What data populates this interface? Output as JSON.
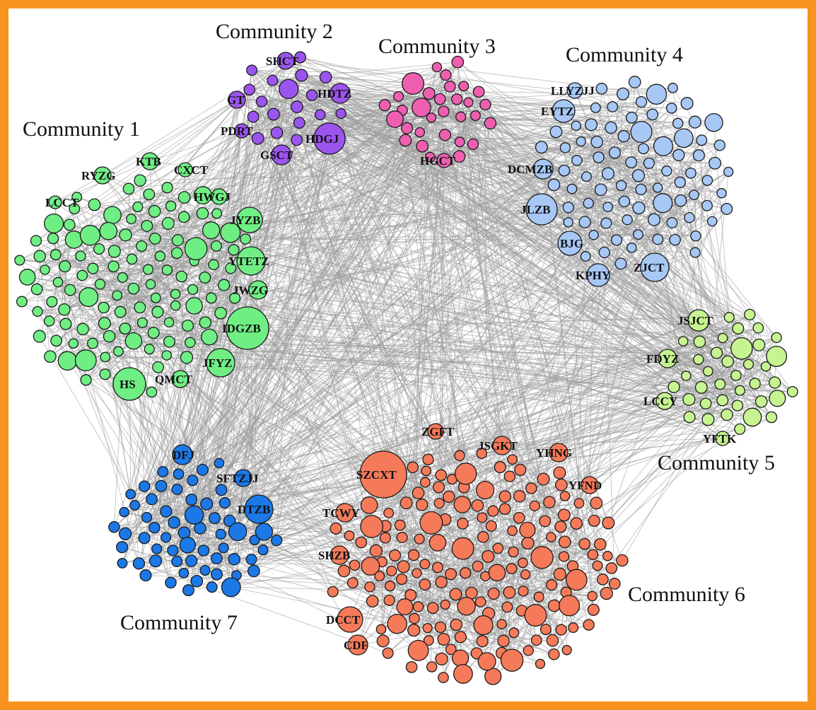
{
  "communities": [
    {
      "id": 1,
      "label": "Community 1",
      "color": "#6fee84",
      "named": [
        "LCCT",
        "RYZG",
        "KTB",
        "CXCT",
        "HWGJ",
        "JYZB",
        "YTETZ",
        "JWZG",
        "IDGZB",
        "JFYZ",
        "QMCT",
        "HS"
      ]
    },
    {
      "id": 2,
      "label": "Community 2",
      "color": "#9b55ee",
      "named": [
        "SHCT",
        "GT",
        "HDTZ",
        "PDRT",
        "HDGJ",
        "GSCT"
      ]
    },
    {
      "id": 3,
      "label": "Community 3",
      "color": "#ee5fb0",
      "named": [
        "HGCT"
      ]
    },
    {
      "id": 4,
      "label": "Community 4",
      "color": "#a7c7f4",
      "named": [
        "LLYZJJ",
        "EYTZ",
        "DCMZB",
        "JLZB",
        "BJG",
        "KPHY",
        "ZJCT"
      ]
    },
    {
      "id": 5,
      "label": "Community 5",
      "color": "#c6f490",
      "named": [
        "JSJCT",
        "FDYZ",
        "LCCY",
        "YFTK"
      ]
    },
    {
      "id": 6,
      "label": "Community 6",
      "color": "#f57a5a",
      "named": [
        "ZGFT",
        "JSGKT",
        "YHNG",
        "SZCXT",
        "YFND",
        "TCWY",
        "SHZB",
        "DCCT",
        "CDF"
      ]
    },
    {
      "id": 7,
      "label": "Community 7",
      "color": "#1c78e6",
      "named": [
        "DFJ",
        "SFTZJJ",
        "DTZB"
      ]
    }
  ],
  "colors": {
    "edge": "#9b9b9b",
    "frame": "#f7931e",
    "node_stroke": "#1a1a1a"
  }
}
